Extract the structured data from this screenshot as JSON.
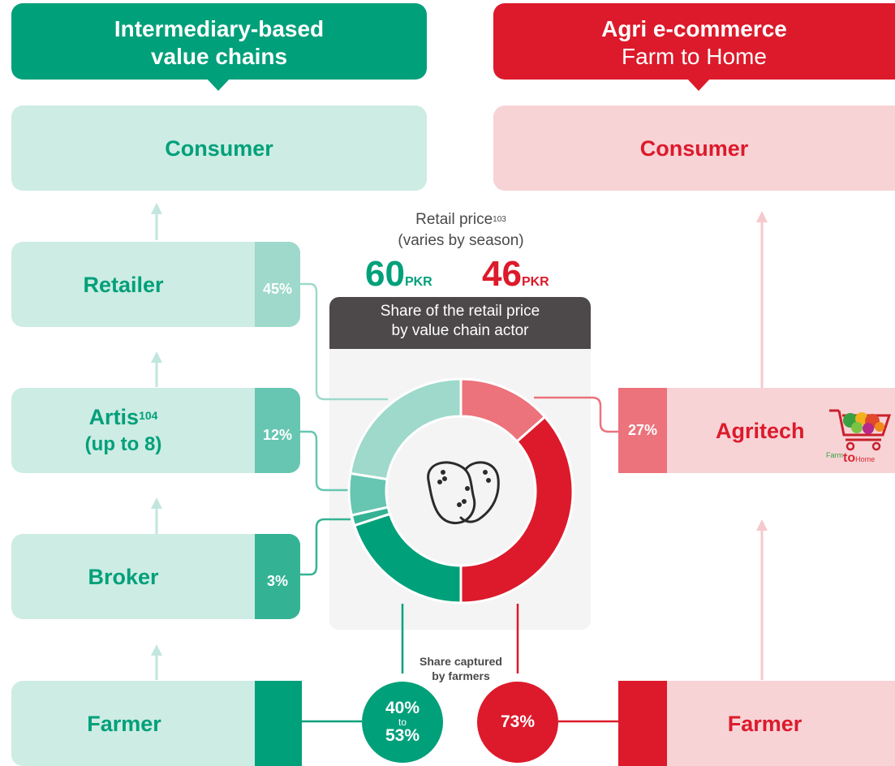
{
  "left": {
    "header_line1": "Intermediary-based",
    "header_line2": "value chains",
    "consumer": "Consumer",
    "retailer": "Retailer",
    "retailer_pct": "45%",
    "artis": "Artis",
    "artis_sup": "104",
    "artis_note": "(up to 8)",
    "artis_pct": "12%",
    "broker": "Broker",
    "broker_pct": "3%",
    "farmer": "Farmer",
    "farmer_share_top": "40%",
    "farmer_share_mid": "to",
    "farmer_share_bottom": "53%",
    "price_value": "60",
    "price_unit": "PKR"
  },
  "right": {
    "header_line1": "Agri e-commerce",
    "header_line2": "Farm to Home",
    "consumer": "Consumer",
    "agritech": "Agritech",
    "agritech_pct": "27%",
    "farmer": "Farmer",
    "farmer_share": "73%",
    "price_value": "46",
    "price_unit": "PKR",
    "logo_text_farm": "Farm",
    "logo_text_to": "to",
    "logo_text_home": "Home"
  },
  "center": {
    "retail_price_label": "Retail price",
    "retail_price_sup": "103",
    "retail_price_note": "(varies by season)",
    "share_head_line1": "Share of the retail price",
    "share_head_line2": "by value chain actor",
    "farmers_label_line1": "Share captured",
    "farmers_label_line2": "by farmers"
  },
  "colors": {
    "green": "#00a07a",
    "red": "#dc1a2b",
    "green_light": "#cdece4",
    "red_light": "#f7d3d6",
    "retailer_seg": "#9ed9cb",
    "artis_seg": "#66c6b1",
    "broker_seg": "#33b394",
    "agritech_seg": "#ec727b"
  },
  "chart_data": {
    "type": "donut",
    "series": [
      {
        "name": "Agri e-commerce",
        "values": [
          27,
          73
        ],
        "categories": [
          "Agritech",
          "Farmer"
        ]
      },
      {
        "name": "Intermediary-based value chains",
        "values": [
          45,
          12,
          3,
          40
        ],
        "categories": [
          "Retailer",
          "Artis",
          "Broker",
          "Farmer"
        ]
      }
    ]
  }
}
